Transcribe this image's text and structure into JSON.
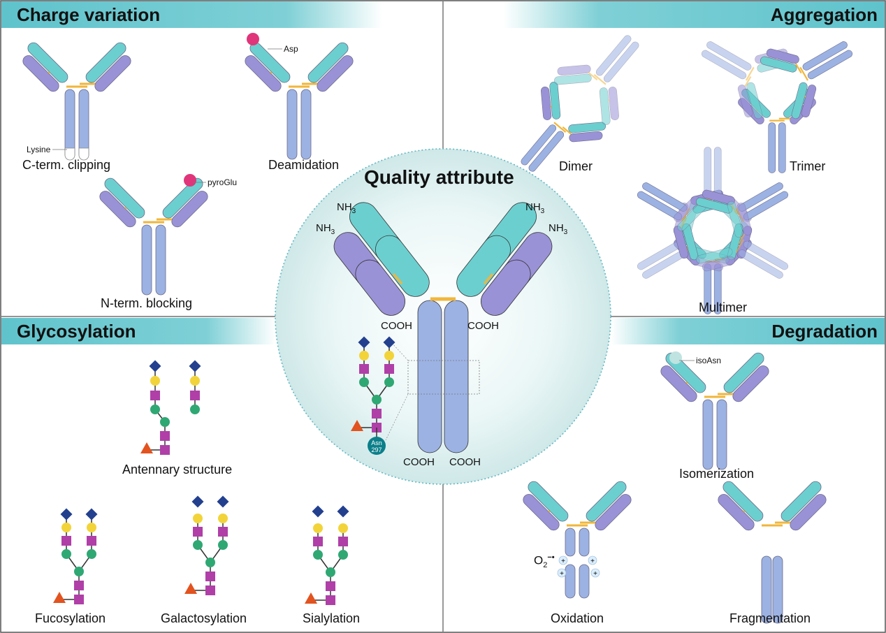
{
  "sections": {
    "charge_variation": {
      "title": "Charge variation",
      "items": {
        "c_term": "C-term. clipping",
        "deamidation": "Deamidation",
        "n_term": "N-term. blocking"
      },
      "annotations": {
        "lysine": "Lysine",
        "asp": "Asp",
        "pyroglu": "pyroGlu"
      }
    },
    "aggregation": {
      "title": "Aggregation",
      "items": {
        "dimer": "Dimer",
        "trimer": "Trimer",
        "multimer": "Multimer"
      }
    },
    "glycosylation": {
      "title": "Glycosylation",
      "items": {
        "antennary": "Antennary structure",
        "fucosylation": "Fucosylation",
        "galactosylation": "Galactosylation",
        "sialylation": "Sialylation"
      }
    },
    "degradation": {
      "title": "Degradation",
      "items": {
        "isomerization": "Isomerization",
        "oxidation": "Oxidation",
        "fragmentation": "Fragmentation"
      },
      "annotations": {
        "isoasn": "isoAsn",
        "o2": "O",
        "o2_sub": "2",
        "o2_sup": "−•",
        "plus": "+"
      }
    }
  },
  "center": {
    "title": "Quality attribute",
    "nh3": "NH",
    "nh3_sub": "3",
    "cooh": "COOH",
    "asn": "Asn",
    "asn_num": "297"
  },
  "colors": {
    "header_bar": "#5fc3cc",
    "light_chain_teal": "#6ccfcf",
    "heavy_purple": "#9a92d6",
    "heavy_blue": "#9cb2e3",
    "disulfide": "#f1b63a",
    "mod_pink": "#e0357a",
    "sugar_blue_diamond": "#23408f",
    "sugar_yellow": "#f2d43a",
    "sugar_purple_square": "#b03fa8",
    "sugar_green": "#2fa874",
    "fucose_red": "#e2531f",
    "asn_teal": "#0b7f8a",
    "circle_bg": "#dff0f0"
  }
}
